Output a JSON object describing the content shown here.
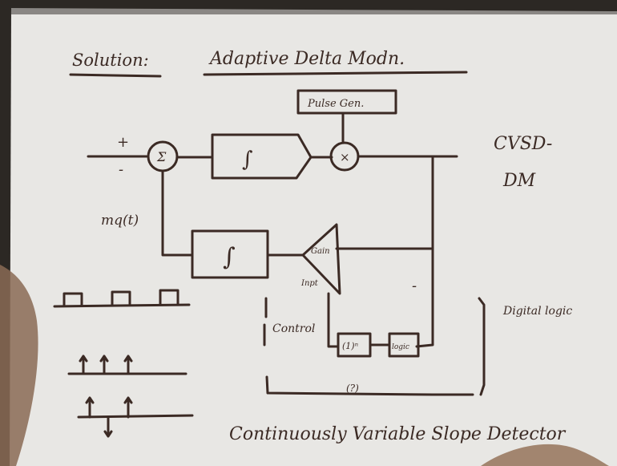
{
  "heading": {
    "left": "Solution:",
    "right": "Adaptive Delta Modn."
  },
  "blocks": {
    "pulse_gen": "Pulse Gen.",
    "quantizer_symbol": "∫",
    "multiplier_symbol": "×",
    "summer_symbol": "Σ",
    "integrator_symbol": "∫",
    "gain_label": "Gain",
    "input_label": "Inpt",
    "flipflop_label": "(1)ⁿ",
    "logic_label": "logic"
  },
  "signals": {
    "plus": "+",
    "minus": "-",
    "mq": "mq(t)",
    "control": "Control",
    "minus_right": "-",
    "bottom_box_label": "(?)"
  },
  "side_labels": {
    "cvsd": "CVSD-",
    "dm": "DM",
    "digital_logic": "Digital logic"
  },
  "footer": {
    "caption": "Continuously Variable Slope Detector"
  }
}
